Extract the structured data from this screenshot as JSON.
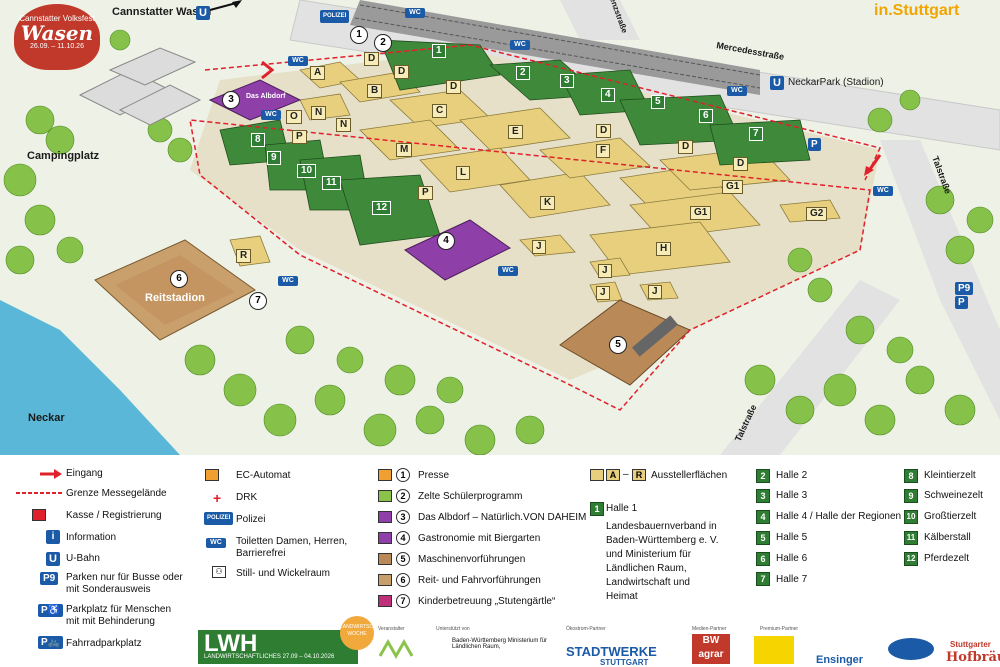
{
  "map": {
    "badge": {
      "line1": "Cannstatter Volksfest",
      "line2": "Wasen",
      "dates": "26.09. – 11.10.26"
    },
    "brand": "in.Stuttgart",
    "places": {
      "cannstatter_wasen": "Cannstatter Wasen",
      "campingplatz": "Campingplatz",
      "neckar": "Neckar",
      "mercedesstrasse": "Mercedesstraße",
      "neckarpark": "NeckarPark (Stadion)",
      "talstrasse_1": "Talstraße",
      "talstrasse_2": "Talstraße",
      "benzstrasse": "Benzstraße",
      "reitstadion": "Reitstadion",
      "albdorf": "Das Albdorf"
    },
    "zones": [
      "A",
      "B",
      "C",
      "D",
      "D",
      "D",
      "D",
      "D",
      "D",
      "E",
      "F",
      "G1",
      "G1",
      "G2",
      "H",
      "J",
      "J",
      "J",
      "J",
      "K",
      "L",
      "M",
      "N",
      "N",
      "O",
      "P",
      "P",
      "R"
    ],
    "halls": [
      "1",
      "2",
      "3",
      "4",
      "5",
      "6",
      "7",
      "8",
      "9",
      "10",
      "11",
      "12"
    ],
    "points": [
      "1",
      "2",
      "3",
      "4",
      "5",
      "6",
      "7"
    ],
    "icons": {
      "u": "U",
      "polizei": "POLIZEI",
      "wc": "WC",
      "p9": "P9",
      "p": "P"
    }
  },
  "legend": {
    "col1": [
      {
        "label": "Eingang",
        "icon": "entrance-arrow-icon"
      },
      {
        "label": "Grenze Messegelände",
        "icon": "boundary-line-icon"
      },
      {
        "label": "Kasse / Registrierung",
        "icon": "ticket-icon"
      },
      {
        "label": "Information",
        "icon": "info-icon"
      },
      {
        "label": "U-Bahn",
        "icon": "ubahn-icon"
      },
      {
        "label": "Parken nur für Busse oder mit Sonderausweis",
        "icon": "p9-icon"
      },
      {
        "label": "Parkplatz für Menschen mit mit Behinderung",
        "icon": "disabled-parking-icon"
      },
      {
        "label": "Fahrradparkplatz",
        "icon": "bike-parking-icon"
      }
    ],
    "col2": [
      {
        "label": "EC-Automat",
        "icon": "atm-icon"
      },
      {
        "label": "DRK",
        "icon": "red-cross-icon"
      },
      {
        "label": "Polizei",
        "icon": "police-icon"
      },
      {
        "label": "Toiletten Damen, Herren, Barrierefrei",
        "icon": "toilet-icon"
      },
      {
        "label": "Still- und Wickelraum",
        "icon": "baby-icon"
      }
    ],
    "col3": [
      {
        "n": "1",
        "label": "Presse",
        "color": "#f0a030"
      },
      {
        "n": "2",
        "label": "Zelte Schülerprogramm",
        "color": "#8bc34a"
      },
      {
        "n": "3",
        "label": "Das Albdorf – Natürlich.VON DAHEIM",
        "color": "#8e3fa8"
      },
      {
        "n": "4",
        "label": "Gastronomie mit Biergarten",
        "color": "#8e3fa8"
      },
      {
        "n": "5",
        "label": "Maschinenvorführungen",
        "color": "#b98a58"
      },
      {
        "n": "6",
        "label": "Reit- und Fahrvorführungen",
        "color": "#c9a06c"
      },
      {
        "n": "7",
        "label": "Kinderbetreuung „Stutengärtle“",
        "color": "#c0307a"
      }
    ],
    "col4": {
      "zones_a": "A",
      "zones_dash": "–",
      "zones_r": "R",
      "zones_label": "Ausstellerflächen",
      "hall1_n": "1",
      "hall1_lines": [
        "Halle 1",
        "Landesbauernverband in",
        "Baden-Württemberg e. V.",
        "und Ministerium für",
        "Ländlichen Raum,",
        "Landwirtschaft und",
        "Heimat"
      ]
    },
    "col5": [
      {
        "n": "2",
        "label": "Halle 2"
      },
      {
        "n": "3",
        "label": "Halle 3"
      },
      {
        "n": "4",
        "label": "Halle 4 / Halle der Regionen"
      },
      {
        "n": "5",
        "label": "Halle 5"
      },
      {
        "n": "6",
        "label": "Halle 6"
      },
      {
        "n": "7",
        "label": "Halle 7"
      }
    ],
    "col6": [
      {
        "n": "8",
        "label": "Kleintierzelt"
      },
      {
        "n": "9",
        "label": "Schweinezelt"
      },
      {
        "n": "10",
        "label": "Großtierzelt"
      },
      {
        "n": "11",
        "label": "Kälberstall"
      },
      {
        "n": "12",
        "label": "Pferdezelt"
      }
    ],
    "lwh": {
      "big": "LWH",
      "small": "LANDWIRTSCHAFTLICHES 27.09 – 04.10.2026",
      "badge": "LANDWIRTSCHAFTLICHE WOCHE"
    },
    "sponsors": {
      "veranstalter": "Veranstalter",
      "unterstuetzt": "Unterstützt von",
      "oekostrom": "Ökostrom-Partner",
      "medien": "Medien-Partner",
      "premium": "Premium-Partner",
      "bw": "Baden-Württemberg Ministerium für Ländlichen Raum,",
      "stadtwerke": "STADTWERKE",
      "stadtwerke2": "STUTTGART",
      "bwagrar": "BW agrar",
      "ensinger": "Ensinger",
      "hofbraeu": "Hofbräu",
      "stuttgarter": "Stuttgarter"
    }
  }
}
